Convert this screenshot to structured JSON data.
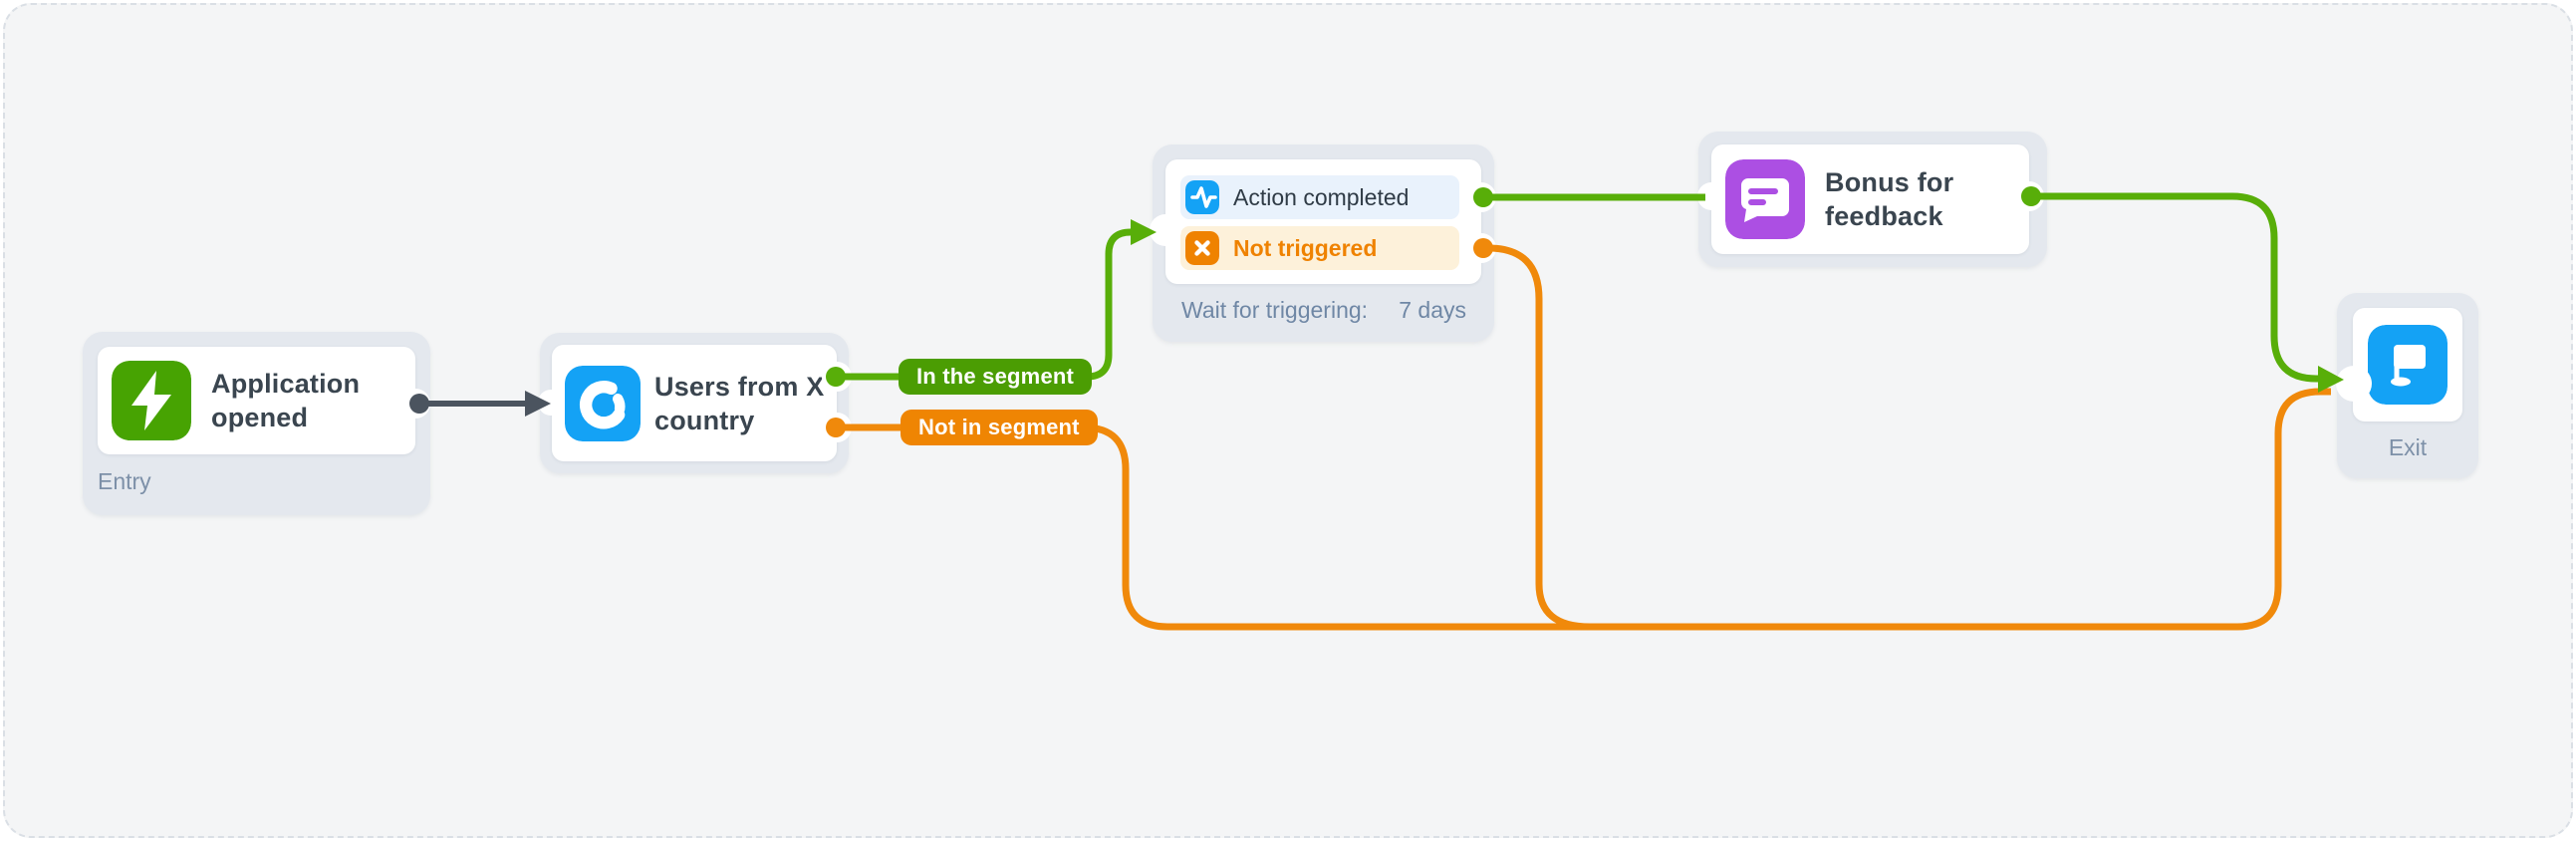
{
  "canvas": {
    "background": "#f4f5f6",
    "node_container_color": "#e4e8ee"
  },
  "colors": {
    "green": "#47a302",
    "badge_green": "#4b9d03",
    "line_green": "#58ae09",
    "orange": "#ef8200",
    "badge_orange": "#ef8503",
    "line_orange": "#f0890b",
    "blue": "#14a2f5",
    "purple": "#ac4fe3",
    "dark_connector": "#4b545f",
    "title_text": "#3a454f",
    "muted_label_text": "#7d90a8"
  },
  "nodes": {
    "entry": {
      "title": "Application opened",
      "type_label": "Entry",
      "icon": "lightning-icon"
    },
    "users_segment": {
      "title": "Users from X country",
      "icon": "segment-chart-icon",
      "outputs": {
        "in_segment": "In the segment",
        "not_in_segment": "Not in segment"
      }
    },
    "trigger": {
      "rows": [
        {
          "label": "Action completed",
          "icon": "pulse-icon"
        },
        {
          "label": "Not triggered",
          "icon": "x-icon"
        }
      ],
      "wait_label": "Wait for triggering:",
      "wait_value": "7 days"
    },
    "bonus": {
      "title": "Bonus for feedback",
      "icon": "chat-message-icon"
    },
    "exit": {
      "type_label": "Exit",
      "icon": "flag-icon"
    }
  }
}
